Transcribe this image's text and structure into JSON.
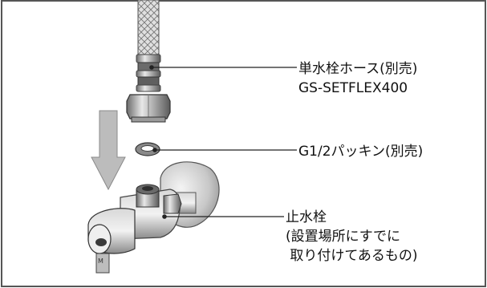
{
  "labels": {
    "hose": {
      "line1": "単水栓ホース(別売)",
      "line2": "GS-SETFLEX400"
    },
    "gasket": {
      "line1": "G1/2パッキン(別売)"
    },
    "valve": {
      "line1": "止水栓",
      "line2": "(設置場所にすでに",
      "line3": " 取り付けてあるもの)"
    }
  },
  "colors": {
    "frame": "#555555",
    "line": "#222222",
    "arrow": "#b5b5b5",
    "metal_dark": "#6a6a6a",
    "metal_mid": "#a8a8a8",
    "metal_light": "#dcdcdc"
  },
  "icons": [
    "down-arrow-icon",
    "hose-icon",
    "gasket-icon",
    "valve-icon"
  ]
}
